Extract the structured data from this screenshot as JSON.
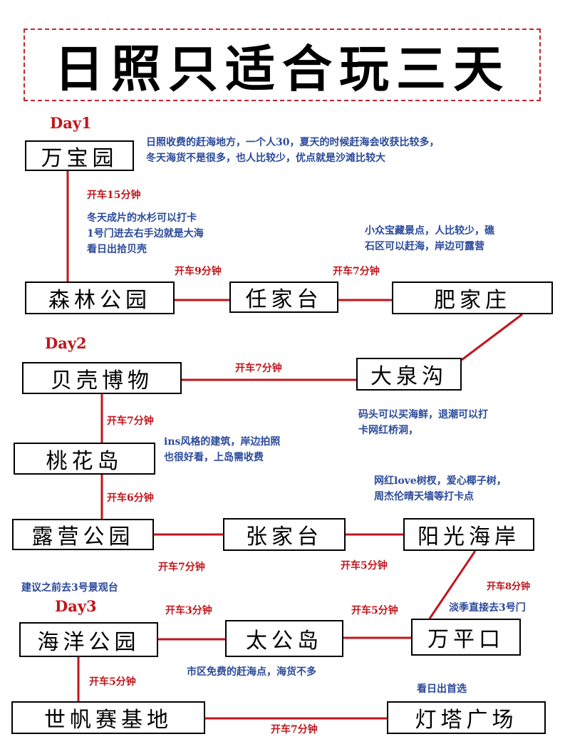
{
  "title": "日照只适合玩三天",
  "days": [
    "Day1",
    "Day2",
    "Day3"
  ],
  "places": {
    "wanbaoyuan": "万宝园",
    "senlin": "森林公园",
    "renjiatai": "任家台",
    "feijiazhuang": "肥家庄",
    "beike": "贝壳博物",
    "daquangou": "大泉沟",
    "taohuadao": "桃花岛",
    "luying": "露营公园",
    "zhangjiatai": "张家台",
    "yangguang": "阳光海岸",
    "haiyang": "海洋公园",
    "taigongdao": "太公岛",
    "wanpingkou": "万平口",
    "shifansai": "世帆赛基地",
    "dengta": "灯塔广场"
  },
  "drives": {
    "d1": "开车15分钟",
    "d2": "开车9分钟",
    "d3": "开车7分钟",
    "d4": "开车7分钟",
    "d5": "开车7分钟",
    "d6": "开车6分钟",
    "d7": "开车7分钟",
    "d8": "开车5分钟",
    "d9": "开车8分钟",
    "d10": "开车3分钟",
    "d11": "开车5分钟",
    "d12": "开车5分钟",
    "d13": "开车7分钟"
  },
  "notes": {
    "wanbaoyuan": [
      "日照收费的赶海地方，一个人30，夏天的时候赶海会收获比较多，",
      "冬天海货不是很多，也人比较少，优点就是沙滩比较大"
    ],
    "senlin": [
      "冬天成片的水杉可以打卡",
      "1号门进去右手边就是大海",
      "看日出拾贝壳"
    ],
    "feijiazhuang": [
      "小众宝藏景点，人比较少，礁",
      "石区可以赶海，岸边可露营"
    ],
    "daquangou": [
      "码头可以买海鲜，退潮可以打",
      "卡网红桥洞，"
    ],
    "taohuadao": [
      "ins风格的建筑，岸边拍照",
      "也很好看，上岛需收费"
    ],
    "yangguang": [
      "网红love树杈，爱心椰子树，",
      "周杰伦晴天墙等打卡点"
    ],
    "haiyang": "建议之前去3号景观台",
    "wanpingkou": "淡季直接去3号门",
    "taigongdao": "市区免费的赶海点，海货不多",
    "dengta": "看日出首选"
  }
}
